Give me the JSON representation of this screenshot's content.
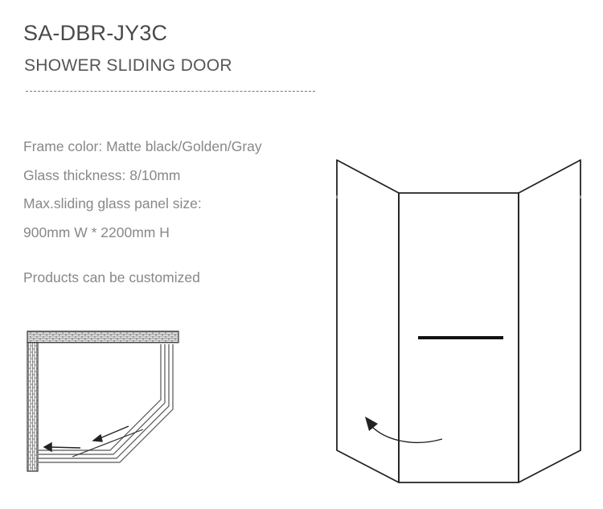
{
  "header": {
    "model": "SA-DBR-JY3C",
    "subtitle": "SHOWER SLIDING DOOR"
  },
  "specs": {
    "frame_color": "Frame color: Matte black/Golden/Gray",
    "glass_thickness": "Glass thickness: 8/10mm",
    "max_panel_label": "Max.sliding glass panel size:",
    "max_panel_value": "900mm W * 2200mm H"
  },
  "note": "Products can be customized",
  "colors": {
    "text_dark": "#4a4a4a",
    "text_light": "#888888",
    "line": "#222222"
  }
}
